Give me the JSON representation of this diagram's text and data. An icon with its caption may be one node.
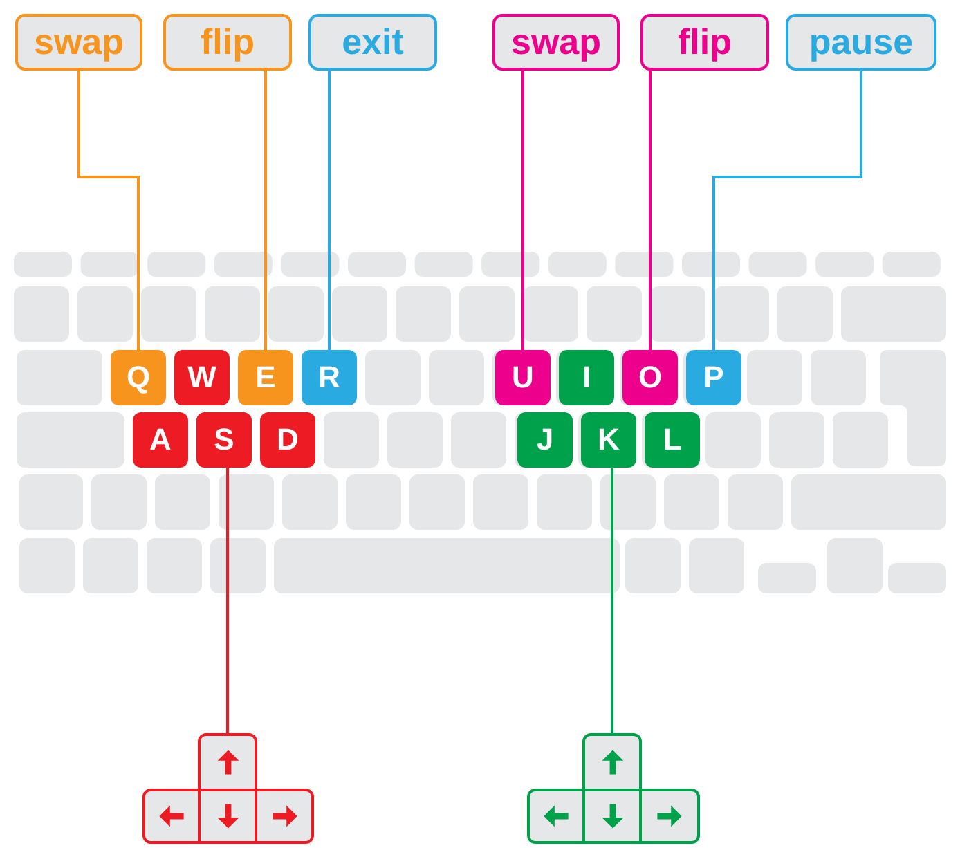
{
  "diagram": {
    "nodes": [
      {
        "text": [
          "swap"
        ]
      },
      {
        "text": [
          "flip"
        ]
      },
      {
        "text": [
          "exit"
        ]
      },
      {
        "text": [
          "swap"
        ]
      },
      {
        "text": [
          "flip"
        ]
      },
      {
        "text": [
          "pause"
        ]
      },
      {
        "text": [
          "Q"
        ]
      },
      {
        "text": [
          "W"
        ]
      },
      {
        "text": [
          "E"
        ]
      },
      {
        "text": [
          "R"
        ]
      },
      {
        "text": [
          "A"
        ]
      },
      {
        "text": [
          "S"
        ]
      },
      {
        "text": [
          "D"
        ]
      },
      {
        "text": [
          "U"
        ]
      },
      {
        "text": [
          "I"
        ]
      },
      {
        "text": [
          "O"
        ]
      },
      {
        "text": [
          "P"
        ]
      },
      {
        "text": [
          "J"
        ]
      },
      {
        "text": [
          "K"
        ]
      },
      {
        "text": [
          "L"
        ]
      },
      {
        "text": [],
        "shape": "box"
      },
      {
        "text": [],
        "shape": "box"
      },
      {
        "text": [],
        "shape": "box"
      },
      {
        "text": [],
        "shape": "box"
      },
      {
        "text": [],
        "shape": "box"
      },
      {
        "text": [],
        "shape": "box"
      },
      {
        "text": [],
        "shape": "box"
      },
      {
        "text": [],
        "shape": "box"
      }
    ],
    "edges": [
      {
        "from": 0,
        "to": 6,
        "arrow": "none",
        "color": "#f7941d"
      },
      {
        "from": 1,
        "to": 8,
        "arrow": "none",
        "color": "#f7941d"
      },
      {
        "from": 2,
        "to": 9,
        "arrow": "none",
        "color": "#29abe2"
      },
      {
        "from": 3,
        "to": 13,
        "arrow": "none",
        "color": "#ec008c"
      },
      {
        "from": 4,
        "to": 15,
        "arrow": "none",
        "color": "#ec008c"
      },
      {
        "from": 5,
        "to": 16,
        "arrow": "none",
        "color": "#29abe2"
      },
      {
        "from": 11,
        "to": 20,
        "arrow": "none",
        "color": "#ed1c24"
      },
      {
        "from": 18,
        "to": 24,
        "arrow": "none",
        "color": "#00a14b"
      }
    ]
  }
}
